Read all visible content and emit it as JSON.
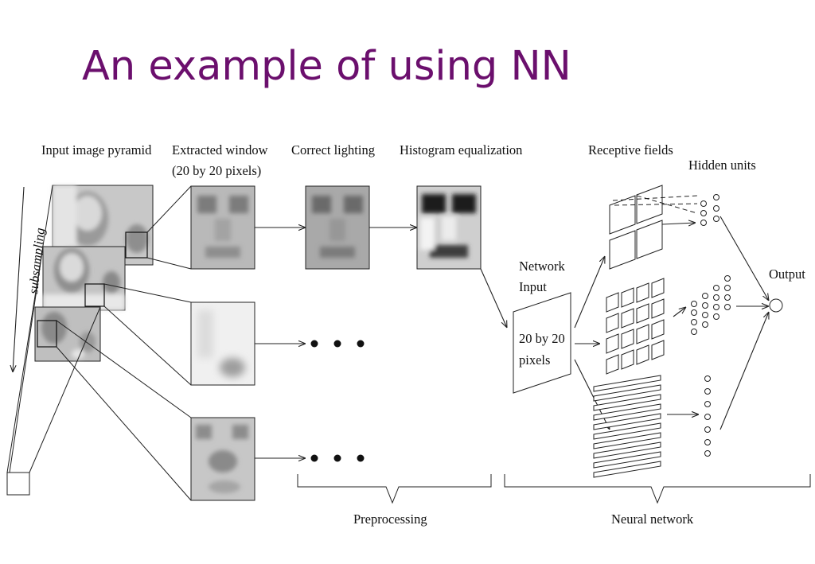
{
  "slide": {
    "title": "An example of using NN",
    "title_color": "#6b0f6d"
  },
  "labels": {
    "input_pyramid": "Input image pyramid",
    "extracted_window_line1": "Extracted window",
    "extracted_window_line2": "(20 by 20 pixels)",
    "correct_lighting": "Correct lighting",
    "histogram_equalization": "Histogram equalization",
    "receptive_fields": "Receptive fields",
    "hidden_units": "Hidden units",
    "subsampling": "subsampling",
    "network_input_line1": "Network",
    "network_input_line2": "Input",
    "input_size_line1": "20 by 20",
    "input_size_line2": "pixels",
    "output": "Output",
    "preprocessing": "Preprocessing",
    "neural_network": "Neural network"
  }
}
